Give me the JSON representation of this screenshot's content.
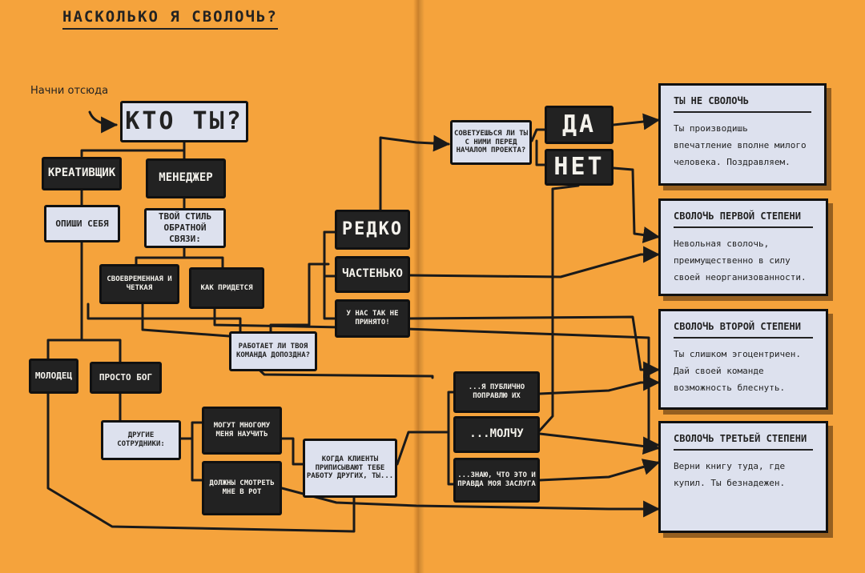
{
  "title": "НАСКОЛЬКО Я СВОЛОЧЬ?",
  "start_label": "Начни отсюда",
  "nodes": {
    "who": "КТО ТЫ?",
    "creative": "КРЕАТИВЩИК",
    "manager": "МЕНЕДЖЕР",
    "describe": "ОПИШИ СЕБЯ",
    "feedback_style": "ТВОЙ СТИЛЬ ОБРАТНОЙ СВЯЗИ:",
    "timely": "СВОЕВРЕМЕННАЯ И ЧЕТКАЯ",
    "whatever": "КАК ПРИДЕТСЯ",
    "well_done": "МОЛОДЕЦ",
    "god": "ПРОСТО БОГ",
    "team_late": "РАБОТАЕТ ЛИ ТВОЯ КОМАНДА ДОПОЗДНА?",
    "others": "ДРУГИЕ СОТРУДНИКИ:",
    "teach": "МОГУТ МНОГОМУ МЕНЯ НАУЧИТЬ",
    "watch": "ДОЛЖНЫ СМОТРЕТЬ МНЕ В РОТ",
    "clients": "КОГДА КЛИЕНТЫ ПРИПИСЫВАЮТ ТЕБЕ РАБОТУ ДРУГИХ, ТЫ...",
    "rarely": "РЕДКО",
    "often": "ЧАСТЕНЬКО",
    "not_accepted": "У НАС ТАК НЕ ПРИНЯТО!",
    "consult": "СОВЕТУЕШЬСЯ ЛИ ТЫ С НИМИ ПЕРЕД НАЧАЛОМ ПРОЕКТА?",
    "yes": "ДА",
    "no": "НЕТ",
    "correct": "...Я ПУБЛИЧНО ПОПРАВЛЮ ИХ",
    "silent": "...МОЛЧУ",
    "my_merit": "...ЗНАЮ, ЧТО ЭТО И ПРАВДА МОЯ ЗАСЛУГА"
  },
  "results": [
    {
      "heading": "ТЫ НЕ СВОЛОЧЬ",
      "body": "Ты производишь впечатление вполне милого человека. Поздравляем."
    },
    {
      "heading": "СВОЛОЧЬ ПЕРВОЙ СТЕПЕНИ",
      "body": "Невольная сволочь, преимущественно в силу своей неорганизованности."
    },
    {
      "heading": "СВОЛОЧЬ ВТОРОЙ СТЕПЕНИ",
      "body": "Ты слишком эгоцентричен. Дай своей команде возможность блеснуть."
    },
    {
      "heading": "СВОЛОЧЬ ТРЕТЬЕЙ СТЕПЕНИ",
      "body": "Верни книгу туда, где купил. Ты безнадежен."
    }
  ],
  "colors": {
    "background": "#f5a33c",
    "dark_box": "#222222",
    "light_box": "#dde1ee",
    "line": "#1a1a1a"
  }
}
